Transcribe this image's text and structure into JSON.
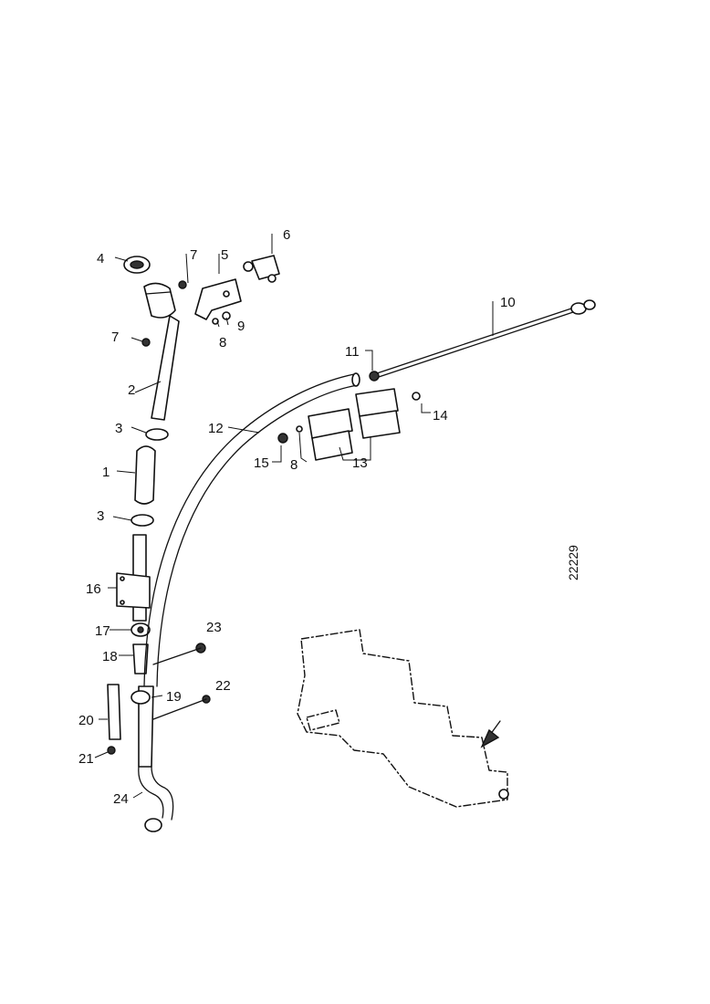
{
  "figure": {
    "reference_id": "22229",
    "callouts": {
      "c1": "1",
      "c2": "2",
      "c3a": "3",
      "c3b": "3",
      "c4": "4",
      "c5": "5",
      "c6": "6",
      "c7a": "7",
      "c7b": "7",
      "c8a": "8",
      "c8b": "8",
      "c9": "9",
      "c10": "10",
      "c11": "11",
      "c12": "12",
      "c13": "13",
      "c14": "14",
      "c15": "15",
      "c16": "16",
      "c17": "17",
      "c18": "18",
      "c19": "19",
      "c20": "20",
      "c21": "21",
      "c22": "22",
      "c23": "23",
      "c24": "24"
    }
  }
}
